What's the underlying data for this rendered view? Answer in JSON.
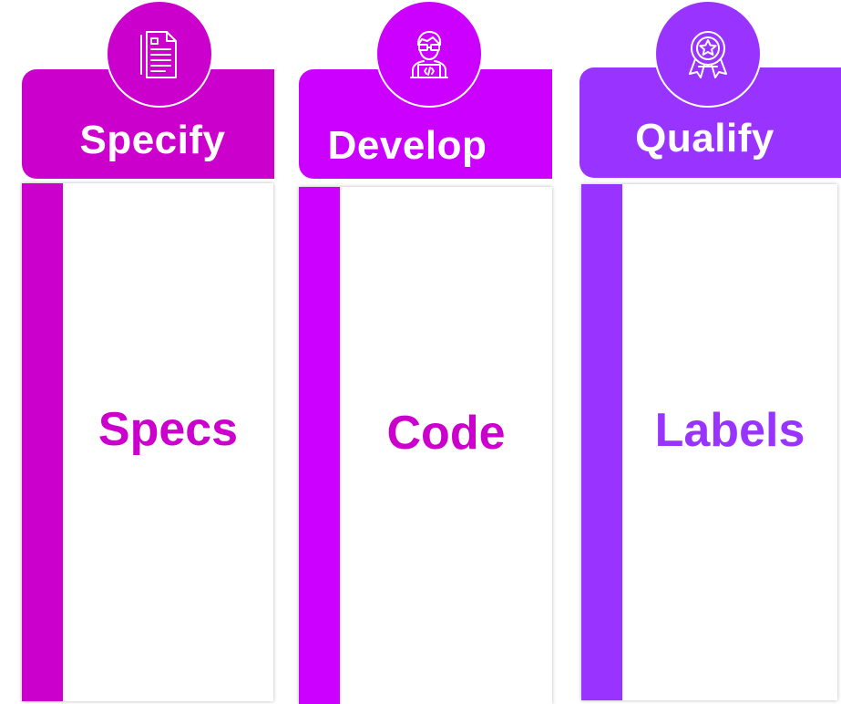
{
  "columns": [
    {
      "title": "Specify",
      "body": "Specs",
      "icon": "document-icon",
      "color": "#cc00cc"
    },
    {
      "title": "Develop",
      "body": "Code",
      "icon": "developer-icon",
      "color": "#cc00ff"
    },
    {
      "title": "Qualify",
      "body": "Labels",
      "icon": "award-badge-icon",
      "color": "#9933ff"
    }
  ]
}
